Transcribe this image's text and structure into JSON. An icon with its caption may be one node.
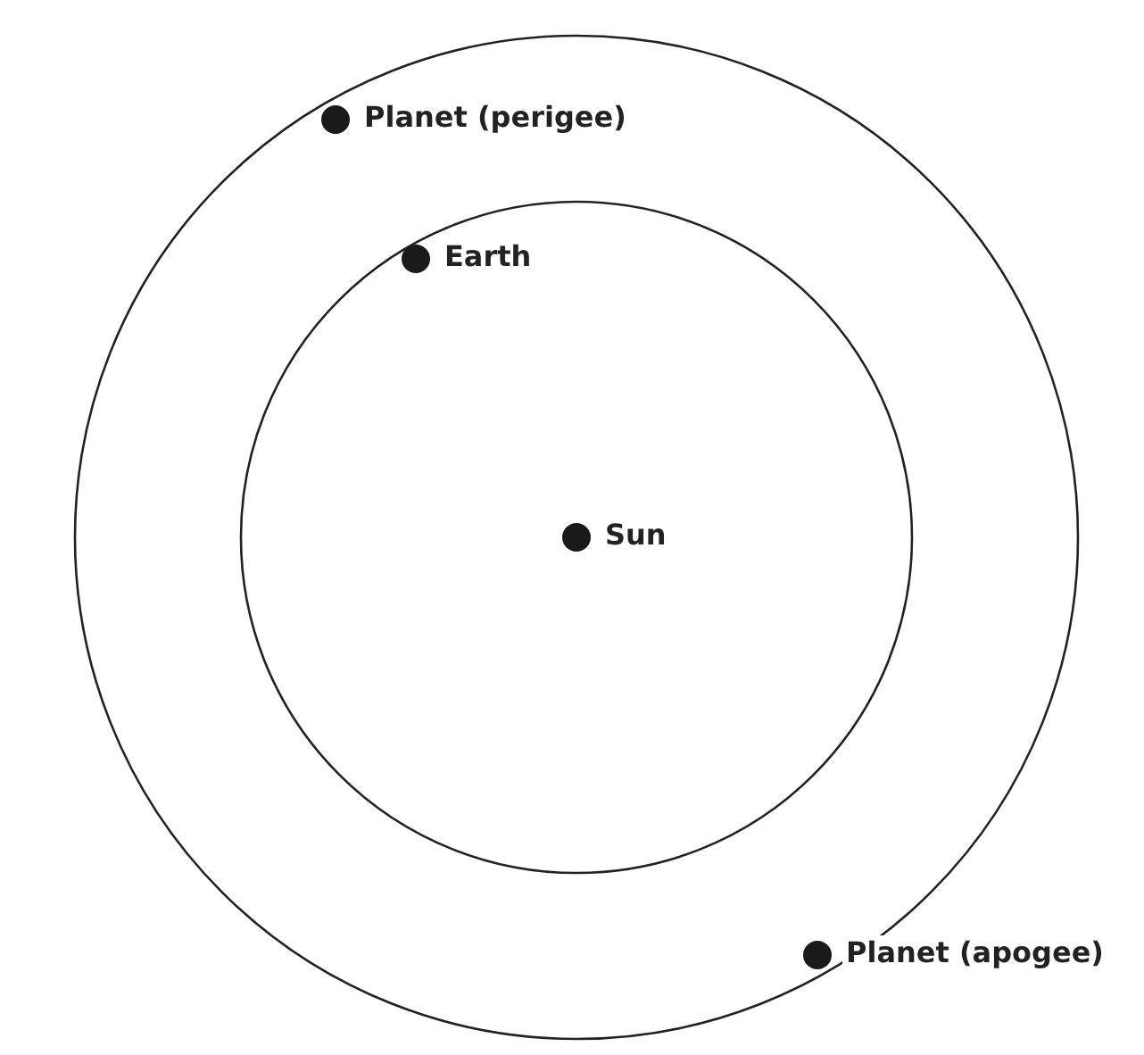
{
  "diagram": {
    "labels": [
      "Planet (perigee)",
      "Earth",
      "Sun",
      "Planet (apogee)"
    ]
  }
}
